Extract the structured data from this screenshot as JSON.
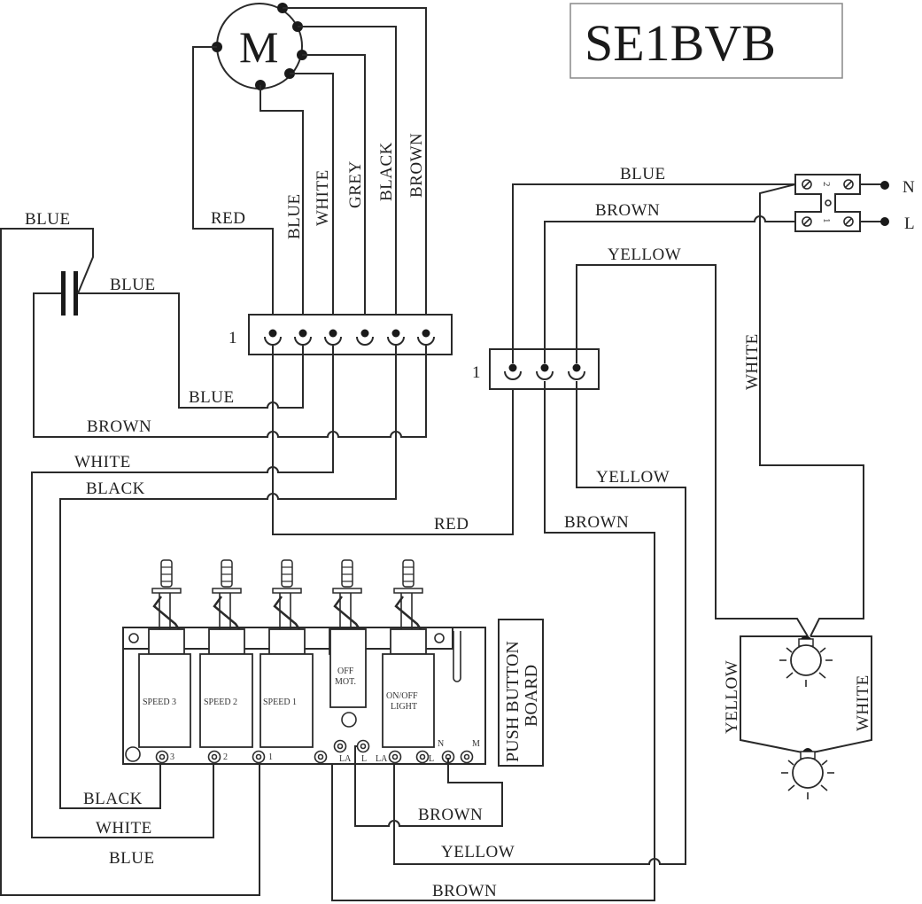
{
  "diagram": {
    "title": "SE1BVB",
    "motor_label": "M",
    "terminal_block_left": {
      "label": "1",
      "terminals": 6
    },
    "terminal_block_right": {
      "label": "1",
      "terminals": 3
    },
    "mains": {
      "neutral": "N",
      "live": "L",
      "terminal_2": "2",
      "terminal_1": "1"
    },
    "push_button_board": {
      "title_line1": "PUSH BUTTON",
      "title_line2": "BOARD",
      "buttons": [
        "SPEED 3",
        "SPEED 2",
        "SPEED 1",
        "OFF MOT.",
        "ON/OFF LIGHT"
      ],
      "off_mot_line1": "OFF",
      "off_mot_line2": "MOT.",
      "light_line1": "ON/OFF",
      "light_line2": "LIGHT",
      "terminal_labels": [
        "3",
        "2",
        "1",
        "LA",
        "L",
        "LA",
        "L",
        "N",
        "M"
      ]
    },
    "wires": {
      "motor_red": "RED",
      "motor_blue": "BLUE",
      "motor_white": "WHITE",
      "motor_grey": "GREY",
      "motor_black": "BLACK",
      "motor_brown": "BROWN",
      "cap_blue_top": "BLUE",
      "cap_blue_right": "BLUE",
      "blue_lower": "BLUE",
      "brown_mid": "BROWN",
      "white_mid": "WHITE",
      "black_mid": "BLACK",
      "red_mid": "RED",
      "mains_blue": "BLUE",
      "mains_brown": "BROWN",
      "mains_yellow": "YELLOW",
      "mains_white": "WHITE",
      "yellow_right": "YELLOW",
      "brown_right": "BROWN",
      "lamp_yellow": "YELLOW",
      "lamp_white": "WHITE",
      "bottom_black": "BLACK",
      "bottom_white": "WHITE",
      "bottom_blue": "BLUE",
      "bottom_brown_1": "BROWN",
      "bottom_yellow": "YELLOW",
      "bottom_brown_2": "BROWN"
    }
  }
}
